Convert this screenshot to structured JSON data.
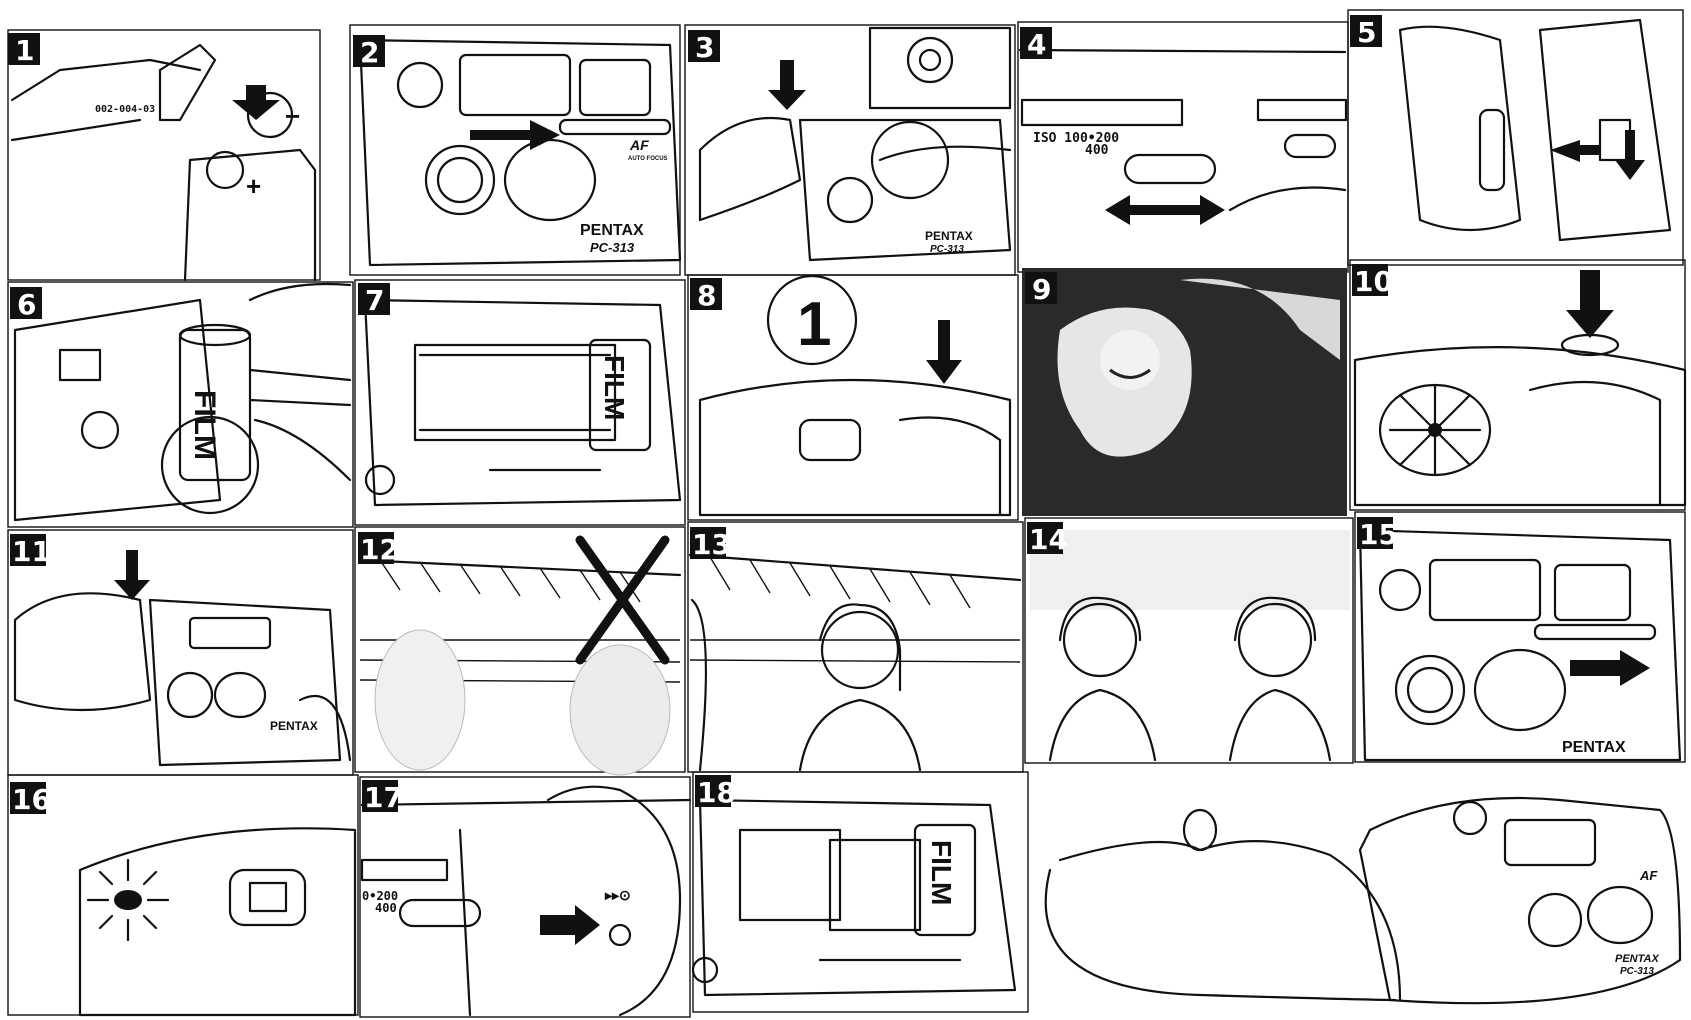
{
  "panels": [
    {
      "number": "1"
    },
    {
      "number": "2"
    },
    {
      "number": "3"
    },
    {
      "number": "4"
    },
    {
      "number": "5"
    },
    {
      "number": "6"
    },
    {
      "number": "7"
    },
    {
      "number": "8"
    },
    {
      "number": "9"
    },
    {
      "number": "10"
    },
    {
      "number": "11"
    },
    {
      "number": "12"
    },
    {
      "number": "13"
    },
    {
      "number": "14"
    },
    {
      "number": "15"
    },
    {
      "number": "16"
    },
    {
      "number": "17"
    },
    {
      "number": "18"
    }
  ],
  "brand": {
    "name": "PENTAX",
    "model": "PC-313",
    "af_mark": "AF",
    "af_sub": "AUTO FOCUS"
  },
  "labels": {
    "battery_code": "002-004-03",
    "iso_line1": "ISO 100•200",
    "iso_line2": "400",
    "iso17_line1": "0•200",
    "iso17_line2": "400",
    "film_word": "FILM",
    "counter_value": "1",
    "rewind_symbol": "▸▸⊙"
  }
}
